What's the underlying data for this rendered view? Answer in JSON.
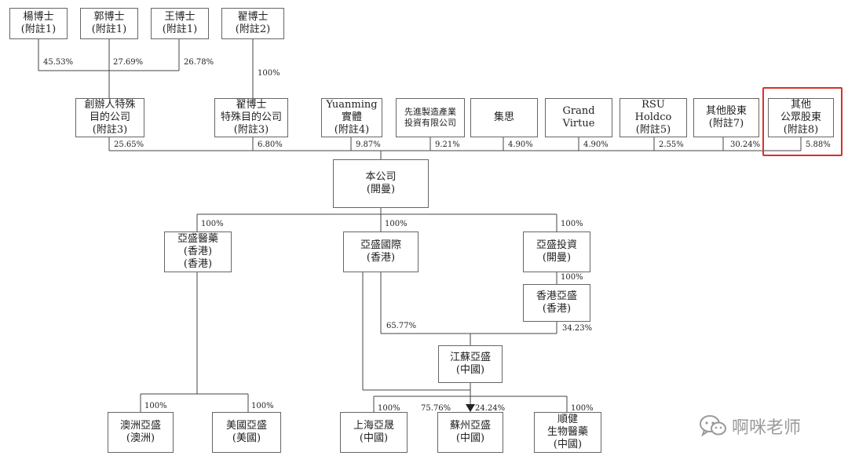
{
  "entities": {
    "yang": "楊博士\n(附註1)",
    "guo": "郭博士\n(附註1)",
    "wang": "王博士\n(附註1)",
    "zhai": "翟博士\n(附註2)",
    "spv_founder": "創辦人特殊\n目的公司\n(附註3)",
    "spv_zhai": "翟博士\n特殊目的公司\n(附註3)",
    "yuanming": "Yuanming\n實體\n(附註4)",
    "xianjin": "先進製造產業\n投資有限公司",
    "jisi": "集思",
    "grand_virtue": "Grand\nVirtue",
    "rsu": "RSU\nHoldco\n(附註5)",
    "other_shareholders": "其他股東\n(附註7)",
    "public": "其他\n公眾股東\n(附註8)",
    "company": "本公司\n(開曼)",
    "ascentage_pharma_hk": "亞盛醫藥\n(香港)\n(香港)",
    "ascentage_intl": "亞盛國際\n(香港)",
    "ascentage_invest": "亞盛投資\n(開曼)",
    "hk_ascentage": "香港亞盛\n(香港)",
    "jiangsu": "江蘇亞盛\n(中國)",
    "australia": "澳洲亞盛\n(澳洲)",
    "usa": "美國亞盛\n(美國)",
    "shanghai": "上海亞晟\n(中國)",
    "suzhou": "蘇州亞盛\n(中國)",
    "shunjian": "順健\n生物醫藥\n(中國)"
  },
  "percentages": {
    "yang": "45.53%",
    "guo": "27.69%",
    "wang": "26.78%",
    "zhai": "100%",
    "spv_founder": "25.65%",
    "spv_zhai": "6.80%",
    "yuanming": "9.87%",
    "xianjin": "9.21%",
    "jisi": "4.90%",
    "grand_virtue": "4.90%",
    "rsu": "2.55%",
    "other_shareholders": "30.24%",
    "public": "5.88%",
    "pharma_hk": "100%",
    "intl": "100%",
    "invest": "100%",
    "hk_ascentage": "100%",
    "jiangsu_from_intl": "65.77%",
    "jiangsu_from_hk": "34.23%",
    "australia": "100%",
    "usa": "100%",
    "shanghai": "100%",
    "suzhou_from_intl": "75.76%",
    "suzhou_from_jiangsu": "24.24%",
    "shunjian": "100%"
  },
  "highlight_color": "#d9302b",
  "watermark": {
    "icon": "wechat-icon",
    "text": "啊咪老师"
  }
}
